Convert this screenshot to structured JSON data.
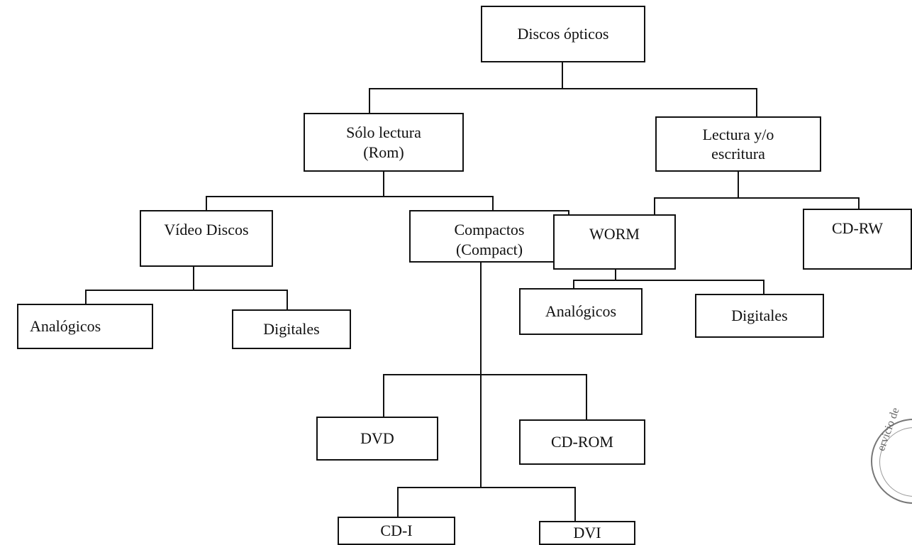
{
  "nodes": {
    "root": "Discos ópticos",
    "solo_lectura": "Sólo lectura\n(Rom)",
    "lectura_escritura": "Lectura y/o\nescritura",
    "video_discos": "Vídeo Discos",
    "compactos": "Compactos\n(Compact)",
    "worm": "WORM",
    "cd_rw": "CD-RW",
    "video_analogicos": "Analógicos",
    "video_digitales": "Digitales",
    "worm_analogicos": "Analógicos",
    "worm_digitales": "Digitales",
    "dvd": "DVD",
    "cd_rom": "CD-ROM",
    "cd_i": "CD-I",
    "dvi": "DVI"
  },
  "stamp_text": "ervicio de"
}
